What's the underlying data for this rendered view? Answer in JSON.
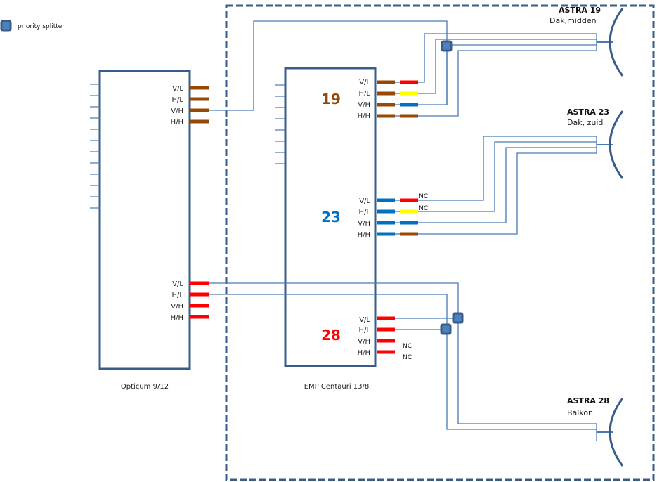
{
  "colors": {
    "frame": "#385d8a",
    "wire": "#4a7ab5",
    "brown": "#974806",
    "red": "#ff0000",
    "yellow": "#ffff00",
    "blue": "#0070c0",
    "splitter_fill": "#4f81bd",
    "splitter_border": "#385d8a"
  },
  "legend": {
    "label": "priority splitter"
  },
  "devices": {
    "opticum": {
      "caption": "Opticum 9/12",
      "upper_ports": [
        {
          "label": "V/L",
          "color": "brown"
        },
        {
          "label": "H/L",
          "color": "brown"
        },
        {
          "label": "V/H",
          "color": "brown"
        },
        {
          "label": "H/H",
          "color": "brown"
        }
      ],
      "lower_ports": [
        {
          "label": "V/L",
          "color": "red"
        },
        {
          "label": "H/L",
          "color": "red"
        },
        {
          "label": "V/H",
          "color": "red"
        },
        {
          "label": "H/H",
          "color": "red"
        }
      ],
      "outputs": 12
    },
    "emp": {
      "caption": "EMP Centauri 13/8",
      "outputs": 8,
      "groups": [
        {
          "number": "19",
          "number_color": "brown",
          "ports": [
            {
              "label": "V/L",
              "colors": [
                "brown",
                "red"
              ],
              "note": ""
            },
            {
              "label": "H/L",
              "colors": [
                "brown",
                "yellow"
              ],
              "note": ""
            },
            {
              "label": "V/H",
              "colors": [
                "brown",
                "blue"
              ],
              "note": ""
            },
            {
              "label": "H/H",
              "colors": [
                "brown",
                "brown"
              ],
              "note": ""
            }
          ]
        },
        {
          "number": "23",
          "number_color": "blue",
          "ports": [
            {
              "label": "V/L",
              "colors": [
                "blue",
                "red"
              ],
              "note": "NC"
            },
            {
              "label": "H/L",
              "colors": [
                "blue",
                "yellow"
              ],
              "note": "NC"
            },
            {
              "label": "V/H",
              "colors": [
                "blue",
                "blue"
              ],
              "note": ""
            },
            {
              "label": "H/H",
              "colors": [
                "blue",
                "brown"
              ],
              "note": ""
            }
          ]
        },
        {
          "number": "28",
          "number_color": "red",
          "ports": [
            {
              "label": "V/L",
              "colors": [
                "red"
              ],
              "note": ""
            },
            {
              "label": "H/L",
              "colors": [
                "red"
              ],
              "note": ""
            },
            {
              "label": "V/H",
              "colors": [
                "red"
              ],
              "note": "NC"
            },
            {
              "label": "H/H",
              "colors": [
                "red"
              ],
              "note": "NC"
            }
          ]
        }
      ]
    }
  },
  "satellites": [
    {
      "name": "ASTRA 19",
      "location": "Dak,midden"
    },
    {
      "name": "ASTRA 23",
      "location": "Dak, zuid"
    },
    {
      "name": "ASTRA 28",
      "location": "Balkon"
    }
  ]
}
